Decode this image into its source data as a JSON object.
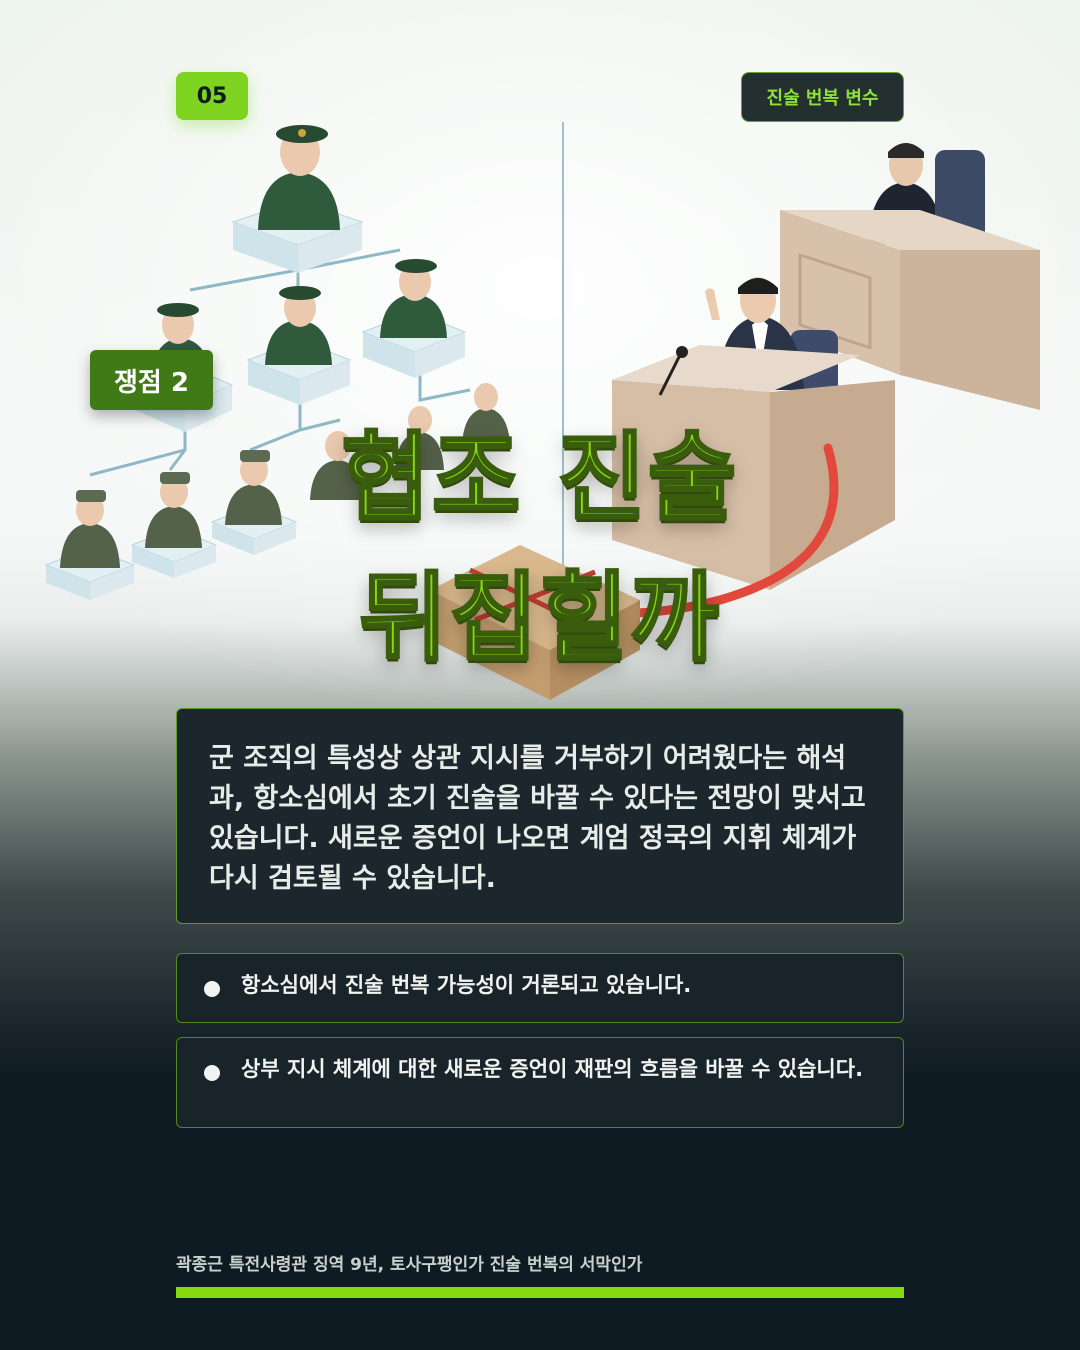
{
  "badge_number": "05",
  "tag_label": "진술 번복 변수",
  "issue_label": "쟁점 2",
  "headline": {
    "line1": "협조 진술",
    "line2": "뒤집힐까"
  },
  "description": "군 조직의 특성상 상관 지시를 거부하기 어려웠다는 해석과, 항소심에서 초기 진술을 바꿀 수 있다는 전망이 맞서고 있습니다. 새로운 증언이 나오면 계엄 정국의 지휘 체계가 다시 검토될 수 있습니다.",
  "bullets": [
    "항소심에서 진술 번복 가능성이 거론되고 있습니다.",
    "상부 지시 체계에 대한 새로운 증언이 재판의 흐름을 바꿀 수 있습니다."
  ],
  "footer_caption": "곽종근 특전사령관 징역 9년, 토사구팽인가 진술 번복의 서막인가",
  "colors": {
    "accent": "#86d80f",
    "issue_badge": "#3f7a16",
    "panel": "#1b272d",
    "dark_bg": "#0f1b22"
  }
}
